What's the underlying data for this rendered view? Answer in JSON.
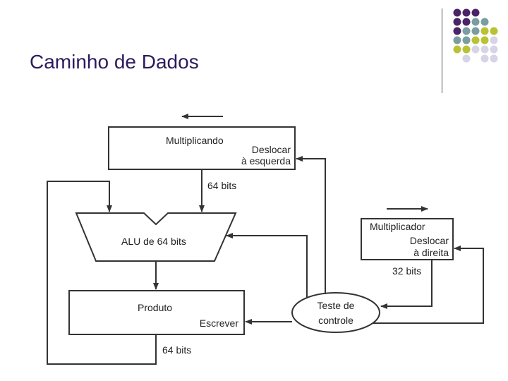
{
  "title": "Caminho de Dados",
  "colors": {
    "title": "#2e1a5e",
    "purple": "#4a2466",
    "teal": "#7a9ea0",
    "olive": "#b9c232",
    "lavender": "#d6d4e6"
  },
  "decoration": {
    "dot_rows": [
      [
        "purple",
        "purple",
        "purple",
        "",
        ""
      ],
      [
        "purple",
        "purple",
        "teal",
        "teal",
        ""
      ],
      [
        "purple",
        "teal",
        "teal",
        "olive",
        "olive"
      ],
      [
        "teal",
        "teal",
        "olive",
        "olive",
        "lavender"
      ],
      [
        "olive",
        "olive",
        "lavender",
        "lavender",
        "lavender"
      ],
      [
        "",
        "lavender",
        "",
        "lavender",
        "lavender"
      ]
    ]
  },
  "diagram": {
    "multiplicando": {
      "label": "Multiplicando",
      "shift_line1": "Deslocar",
      "shift_line2": "à esquerda"
    },
    "bus_64_top": "64 bits",
    "alu": {
      "label": "ALU de 64 bits"
    },
    "produto": {
      "label": "Produto",
      "write": "Escrever"
    },
    "bus_64_bottom": "64 bits",
    "multiplicador": {
      "label": "Multiplicador",
      "shift_line1": "Deslocar",
      "shift_line2": "à direita"
    },
    "bus_32": "32 bits",
    "control": {
      "line1": "Teste de",
      "line2": "controle"
    }
  }
}
